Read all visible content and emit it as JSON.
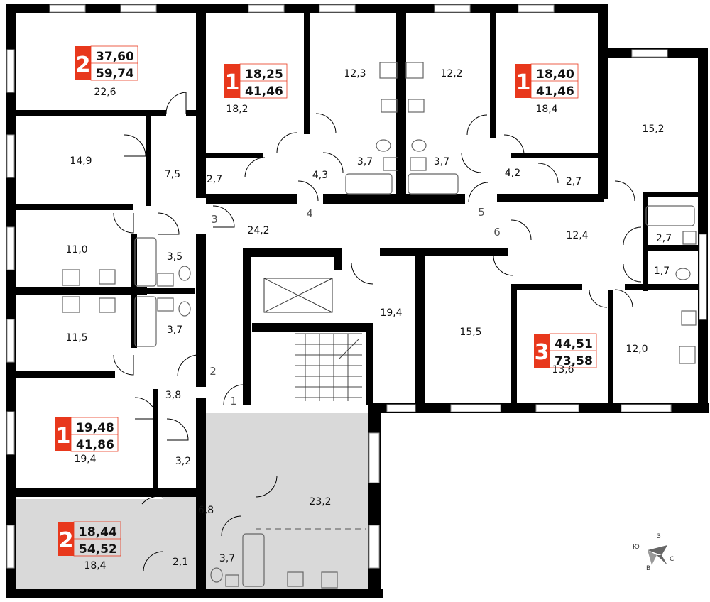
{
  "colors": {
    "wall": "#000000",
    "accent": "#e8381c",
    "shade": "#d9d9d9",
    "fixture": "#888888"
  },
  "apartments": [
    {
      "id": "apt-a",
      "rooms": "2",
      "living": "37,60",
      "total": "59,74"
    },
    {
      "id": "apt-b",
      "rooms": "1",
      "living": "18,25",
      "total": "41,46"
    },
    {
      "id": "apt-c",
      "rooms": "1",
      "living": "18,40",
      "total": "41,46"
    },
    {
      "id": "apt-d",
      "rooms": "3",
      "living": "44,51",
      "total": "73,58"
    },
    {
      "id": "apt-e",
      "rooms": "1",
      "living": "19,48",
      "total": "41,86"
    },
    {
      "id": "apt-f",
      "rooms": "2",
      "living": "18,44",
      "total": "54,52"
    }
  ],
  "room_areas": [
    "22,6",
    "14,9",
    "7,5",
    "11,0",
    "3,5",
    "11,5",
    "3,7",
    "3,8",
    "3,2",
    "19,4",
    "18,2",
    "12,3",
    "12,2",
    "18,4",
    "15,2",
    "2,7",
    "4,3",
    "3,7",
    "3,7",
    "4,2",
    "2,7",
    "24,2",
    "12,4",
    "2,7",
    "1,7",
    "19,4",
    "15,5",
    "13,6",
    "12,0",
    "6,8",
    "23,2",
    "3,7",
    "2,1",
    "18,4"
  ],
  "doors": [
    "1",
    "2",
    "3",
    "4",
    "5",
    "6"
  ],
  "compass": {
    "north": "С",
    "south": "Ю",
    "east": "В",
    "west": "З"
  }
}
